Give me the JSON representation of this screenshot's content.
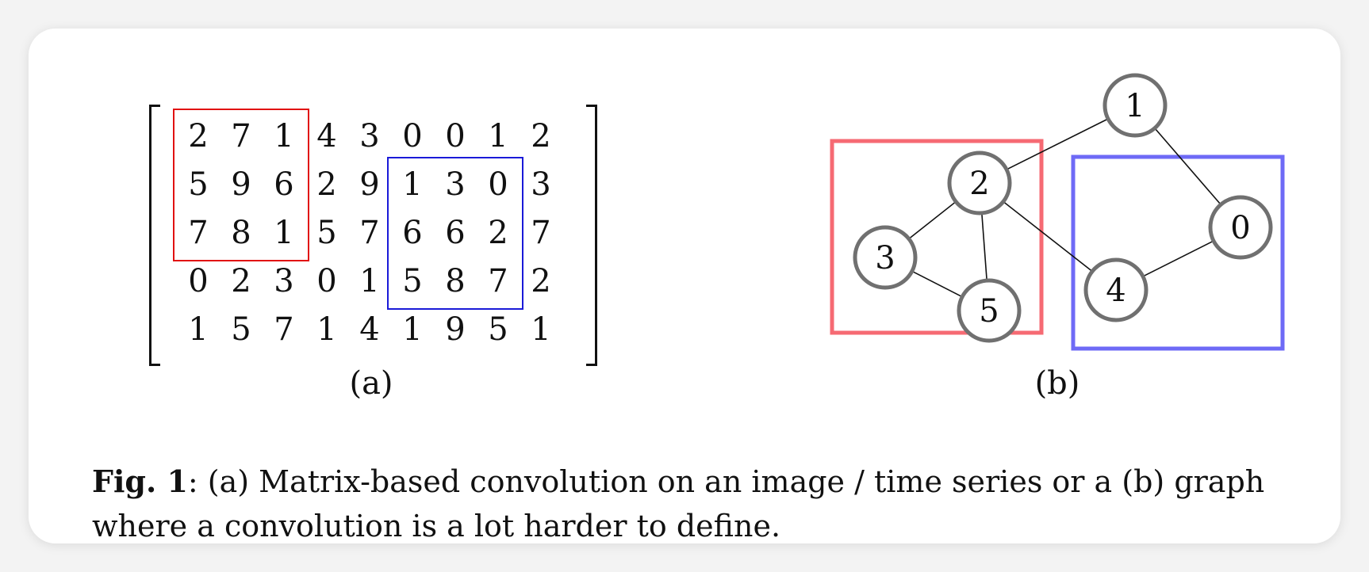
{
  "figure": {
    "matrix": {
      "rows": [
        [
          "2",
          "7",
          "1",
          "4",
          "3",
          "0",
          "0",
          "1",
          "2"
        ],
        [
          "5",
          "9",
          "6",
          "2",
          "9",
          "1",
          "3",
          "0",
          "3"
        ],
        [
          "7",
          "8",
          "1",
          "5",
          "7",
          "6",
          "6",
          "2",
          "7"
        ],
        [
          "0",
          "2",
          "3",
          "0",
          "1",
          "5",
          "8",
          "7",
          "2"
        ],
        [
          "1",
          "5",
          "7",
          "1",
          "4",
          "1",
          "9",
          "5",
          "1"
        ]
      ],
      "highlight_red": {
        "rows": [
          0,
          2
        ],
        "cols": [
          0,
          2
        ],
        "color": "#e11111"
      },
      "highlight_blue": {
        "rows": [
          1,
          3
        ],
        "cols": [
          5,
          7
        ],
        "color": "#1a1ad8"
      }
    },
    "graph": {
      "nodes": [
        {
          "id": "0"
        },
        {
          "id": "1"
        },
        {
          "id": "2"
        },
        {
          "id": "3"
        },
        {
          "id": "4"
        },
        {
          "id": "5"
        }
      ],
      "edges": [
        [
          "1",
          "2"
        ],
        [
          "1",
          "0"
        ],
        [
          "0",
          "4"
        ],
        [
          "2",
          "4"
        ],
        [
          "2",
          "3"
        ],
        [
          "2",
          "5"
        ],
        [
          "3",
          "5"
        ]
      ],
      "red_box_color": "#f66a73",
      "blue_box_color": "#6e6af6",
      "node_stroke_color": "#707070"
    },
    "labels": {
      "a": "(a)",
      "b": "(b)"
    },
    "caption": {
      "prefix": "Fig. 1",
      "text": ": (a) Matrix-based convolution on an image / time series or a (b) graph where a convolution is a lot harder to define."
    }
  }
}
